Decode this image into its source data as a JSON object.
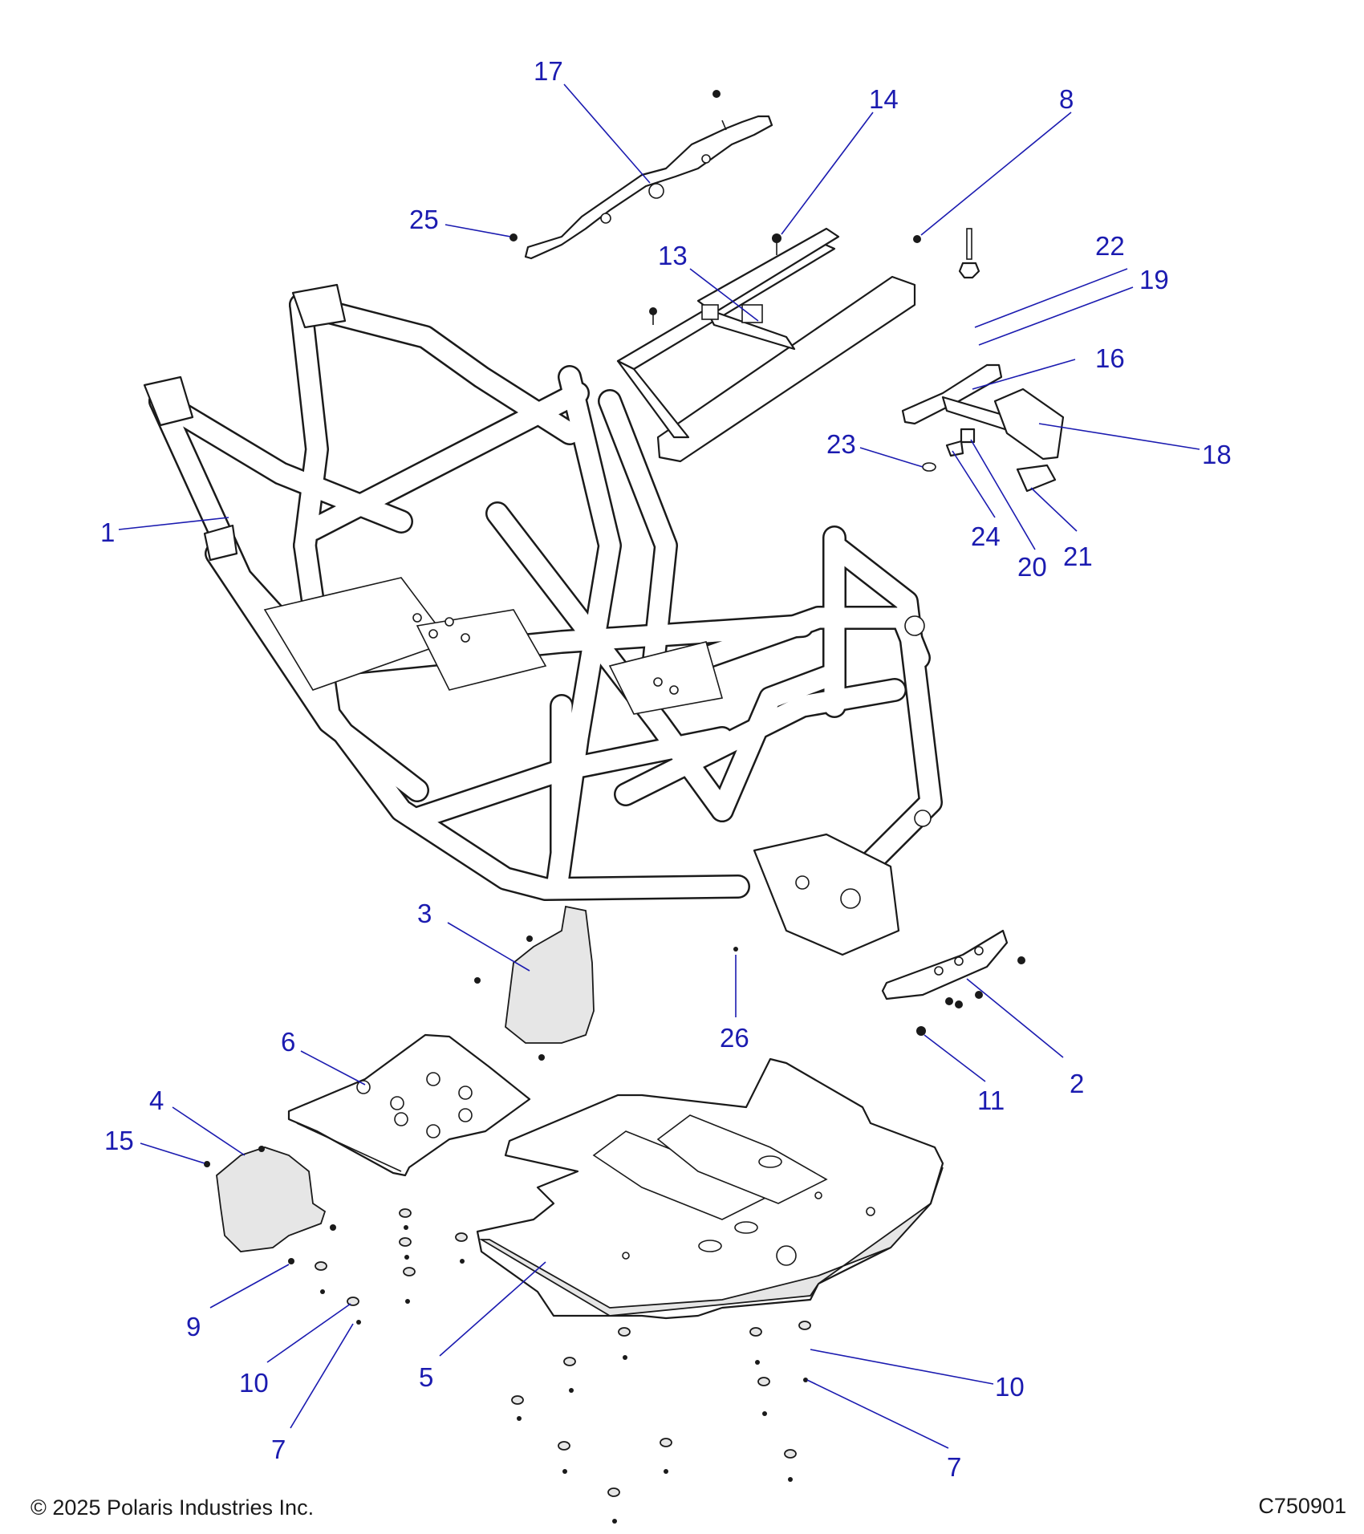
{
  "footer": {
    "copyright": "© 2025 Polaris Industries Inc.",
    "drawing_id": "C750901"
  },
  "callouts": [
    {
      "id": "c17",
      "label": "17"
    },
    {
      "id": "c14",
      "label": "14"
    },
    {
      "id": "c8",
      "label": "8"
    },
    {
      "id": "c25",
      "label": "25"
    },
    {
      "id": "c13",
      "label": "13"
    },
    {
      "id": "c22",
      "label": "22"
    },
    {
      "id": "c19",
      "label": "19"
    },
    {
      "id": "c16",
      "label": "16"
    },
    {
      "id": "c18",
      "label": "18"
    },
    {
      "id": "c23",
      "label": "23"
    },
    {
      "id": "c24",
      "label": "24"
    },
    {
      "id": "c20",
      "label": "20"
    },
    {
      "id": "c21",
      "label": "21"
    },
    {
      "id": "c1",
      "label": "1"
    },
    {
      "id": "c3",
      "label": "3"
    },
    {
      "id": "c26",
      "label": "26"
    },
    {
      "id": "c6",
      "label": "6"
    },
    {
      "id": "c11",
      "label": "11"
    },
    {
      "id": "c2",
      "label": "2"
    },
    {
      "id": "c4",
      "label": "4"
    },
    {
      "id": "c15",
      "label": "15"
    },
    {
      "id": "c9",
      "label": "9"
    },
    {
      "id": "c10a",
      "label": "10"
    },
    {
      "id": "c7a",
      "label": "7"
    },
    {
      "id": "c5",
      "label": "5"
    },
    {
      "id": "c10b",
      "label": "10"
    },
    {
      "id": "c7b",
      "label": "7"
    }
  ]
}
